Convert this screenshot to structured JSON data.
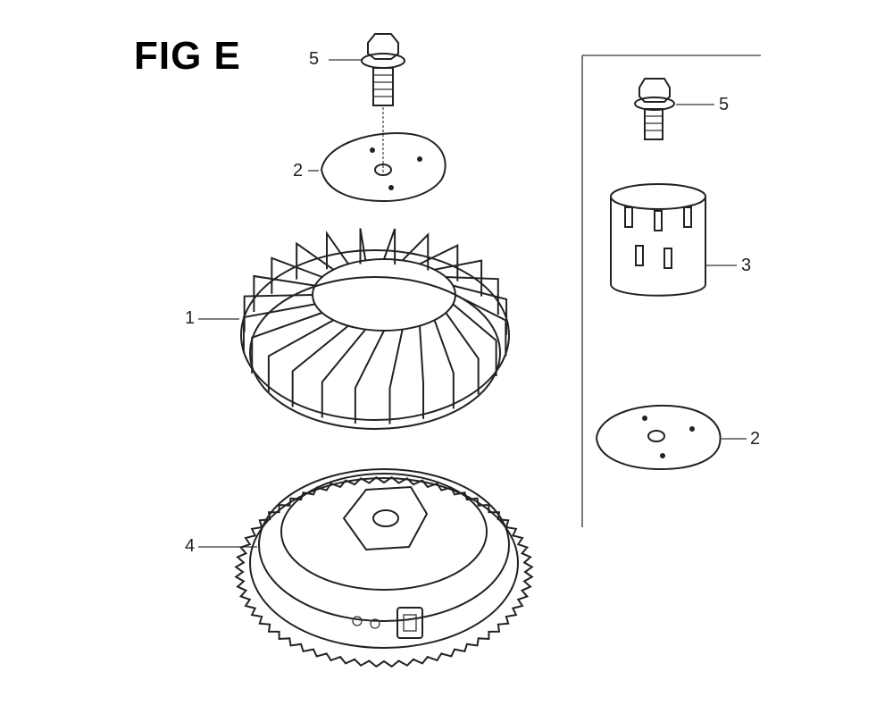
{
  "figure": {
    "title": "FIG E"
  },
  "callouts": {
    "left_bolt": "5",
    "left_plate": "2",
    "fan": "1",
    "flywheel": "4",
    "right_bolt": "5",
    "right_cup": "3",
    "right_plate": "2"
  }
}
